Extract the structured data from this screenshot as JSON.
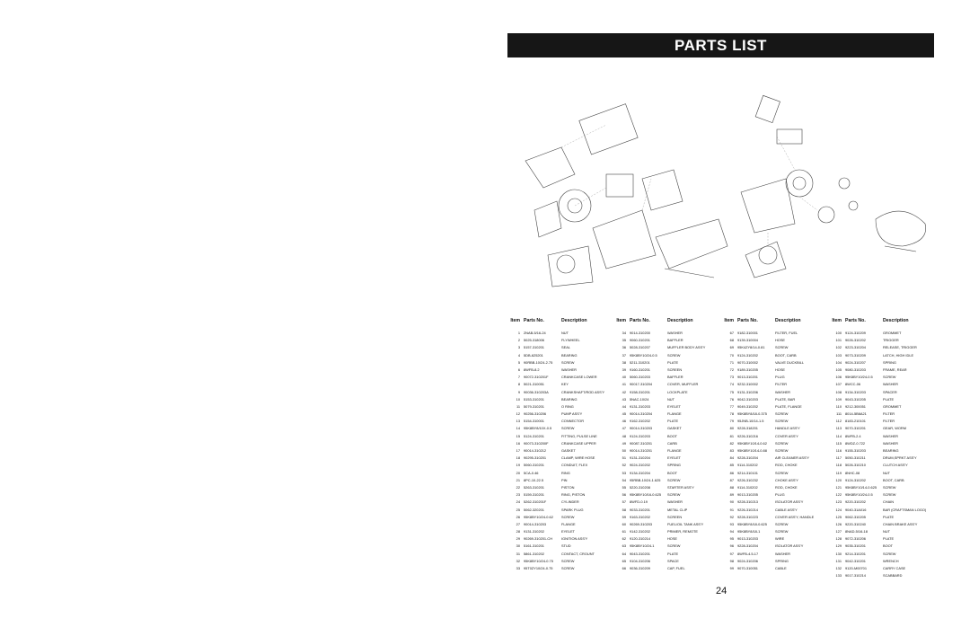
{
  "page": {
    "title": "PARTS LIST",
    "page_number": "24"
  },
  "table_headers": {
    "item": "Item",
    "part": "Parts No.",
    "desc": "Description"
  },
  "columns": [
    [
      [
        "1",
        "2NAB-5/16-24",
        "NUT"
      ],
      [
        "2",
        "5025-318006",
        "FLYWHEEL"
      ],
      [
        "3",
        "5157-310201",
        "SEAL"
      ],
      [
        "4",
        "5DB-625201",
        "BEARING"
      ],
      [
        "5",
        "90RBB-10/24-2.75",
        "SCREW"
      ],
      [
        "6",
        "8WFB-8.2",
        "WASHER"
      ],
      [
        "7",
        "90072-310201F",
        "CRANKCASE LOWER"
      ],
      [
        "8",
        "5021-310051",
        "KEY"
      ],
      [
        "9",
        "90036-310203A",
        "CRANKSHAFT/ROD ASS'Y"
      ],
      [
        "10",
        "5153-310201",
        "BEARING"
      ],
      [
        "11",
        "5079-310201",
        "O RING"
      ],
      [
        "12",
        "90256-310206",
        "PUMP ASS'Y"
      ],
      [
        "13",
        "5154-310001",
        "CONNECTOR"
      ],
      [
        "14",
        "95K8BY8/10X-0.5",
        "SCREW"
      ],
      [
        "15",
        "5124-310201",
        "FITTING, PULSE LINE"
      ],
      [
        "16",
        "90073-310200F",
        "CRANKCASE UPPER"
      ],
      [
        "17",
        "90014-310212",
        "GASKET"
      ],
      [
        "18",
        "90295-310201",
        "CLAMP, WIRE HOSE"
      ],
      [
        "19",
        "5060-310201",
        "CONDUIT, FLEX"
      ],
      [
        "20",
        "5CA-0.46",
        "RING"
      ],
      [
        "21",
        "8PC-10-22.5",
        "PIN"
      ],
      [
        "22",
        "5263-310201",
        "PISTON"
      ],
      [
        "23",
        "5159-310201",
        "RING, PISTON"
      ],
      [
        "24",
        "5262-310201F",
        "CYLINDER"
      ],
      [
        "25",
        "5062-320201",
        "SPARK PLUG"
      ],
      [
        "26",
        "95K8BY10/24-0.62",
        "SCREW"
      ],
      [
        "27",
        "90014-310203",
        "FLANGE"
      ],
      [
        "28",
        "9131-310202",
        "EYELET"
      ],
      [
        "29",
        "90269-310201-CH",
        "IGNITION ASS'Y"
      ],
      [
        "30",
        "5161-310201",
        "STUD"
      ],
      [
        "31",
        "5861-310202",
        "CONTACT, CROUNT"
      ],
      [
        "32",
        "95K8BY10/24-0.75",
        "SCREW"
      ],
      [
        "33",
        "95T0ZY10/24-0.75",
        "SCREW"
      ]
    ],
    [
      [
        "34",
        "9014-310200",
        "WASHER"
      ],
      [
        "35",
        "9060-310201",
        "BAFFLER"
      ],
      [
        "36",
        "5028-310207",
        "MUFFLER BODY ASS'Y"
      ],
      [
        "37",
        "95K8BY10/24-0.5",
        "SCREW"
      ],
      [
        "38",
        "5211-310201",
        "PLATE"
      ],
      [
        "39",
        "9160-310201",
        "SCREEN"
      ],
      [
        "40",
        "5060-310203",
        "BAFFLER"
      ],
      [
        "41",
        "90017-310204",
        "COVER, MUFFLER"
      ],
      [
        "42",
        "9158-310201",
        "LOCKPLATE"
      ],
      [
        "43",
        "5NAC-10/24",
        "NUT"
      ],
      [
        "44",
        "9131-310203",
        "EYELET"
      ],
      [
        "45",
        "90014-310204",
        "FLANGE"
      ],
      [
        "46",
        "9162-310202",
        "PLATE"
      ],
      [
        "47",
        "90014-310203",
        "GASKET"
      ],
      [
        "48",
        "9124-310203",
        "BOOT"
      ],
      [
        "49",
        "90087-310201",
        "CARB"
      ],
      [
        "50",
        "90014-310201",
        "FLANGE"
      ],
      [
        "51",
        "9131-310204",
        "EYELET"
      ],
      [
        "52",
        "9024-310202",
        "SPRING"
      ],
      [
        "53",
        "9134-310204",
        "BOOT"
      ],
      [
        "54",
        "95RBB-10/24-1.625",
        "SCREW"
      ],
      [
        "55",
        "5220-310208",
        "STARTER ASS'Y"
      ],
      [
        "56",
        "95K8BY10/16-0.625",
        "SCREW"
      ],
      [
        "57",
        "8WFD-0.19",
        "WASHER"
      ],
      [
        "58",
        "9033-310201",
        "METAL CLIP"
      ],
      [
        "59",
        "9163-310202",
        "SCREEN"
      ],
      [
        "60",
        "90269-310203",
        "FUEL/OIL TANK ASS'Y"
      ],
      [
        "61",
        "9142-310202",
        "PRIMER, REMOTE"
      ],
      [
        "62",
        "9120-310214",
        "HOSE"
      ],
      [
        "63",
        "95K8BY10/24-1",
        "SCREW"
      ],
      [
        "64",
        "9043-310201",
        "PLATE"
      ],
      [
        "65",
        "9104-310206",
        "SPACE"
      ],
      [
        "66",
        "9036-310209",
        "CAP, FUEL"
      ]
    ],
    [
      [
        "67",
        "9182-310001",
        "FILTER, FUEL"
      ],
      [
        "68",
        "9139-310004",
        "HOSE"
      ],
      [
        "69",
        "95K4ZY8/14-0.81",
        "SCREW"
      ],
      [
        "70",
        "9124-310202",
        "BOOT, CARB"
      ],
      [
        "71",
        "9070-310002",
        "VALVE DUCKBILL"
      ],
      [
        "72",
        "9189-310205",
        "HOSE"
      ],
      [
        "73",
        "9013-310201",
        "PLUG"
      ],
      [
        "74",
        "9232-310002",
        "FILTER"
      ],
      [
        "75",
        "9131-310206",
        "WASHER"
      ],
      [
        "76",
        "9042-310203",
        "PLATE, BAR"
      ],
      [
        "77",
        "9049-310202",
        "PLATE, FLANGE"
      ],
      [
        "78",
        "95K8BY8/18-0.375",
        "SCREW"
      ],
      [
        "79",
        "95JNB-10/14-1.5",
        "SCREW"
      ],
      [
        "80",
        "9228-318201",
        "HANDLE ASS'Y"
      ],
      [
        "81",
        "9226-310216",
        "COVER ASS'Y"
      ],
      [
        "82",
        "95K8BY10/14-0.62",
        "SCREW"
      ],
      [
        "83",
        "95K8BY10/14-0.88",
        "SCREW"
      ],
      [
        "84",
        "9228-310204",
        "AIR CLEANER ASS'Y"
      ],
      [
        "85",
        "9114-310202",
        "ROD, CHOKE"
      ],
      [
        "86",
        "9214-310101",
        "SCREW"
      ],
      [
        "87",
        "9226-310232",
        "CHOKE ASS'Y"
      ],
      [
        "88",
        "9114-310202",
        "ROD, CHOKE"
      ],
      [
        "89",
        "9013-310205",
        "PLUG"
      ],
      [
        "90",
        "9228-310213",
        "ISOLATOR ASS'Y"
      ],
      [
        "91",
        "9226-310214",
        "CABLE ASS'Y"
      ],
      [
        "92",
        "9228-310223",
        "COVER ASS'Y, HANDLE"
      ],
      [
        "93",
        "95K8BY8/18-0.625",
        "SCREW"
      ],
      [
        "94",
        "95K8BY8/18-1",
        "SCREW"
      ],
      [
        "95",
        "9013-310203",
        "WIRE"
      ],
      [
        "96",
        "9228-310204",
        "ISOLATOR ASS'Y"
      ],
      [
        "97",
        "8WFB-4.5-17",
        "WASHER"
      ],
      [
        "98",
        "9024-310206",
        "SPRING"
      ],
      [
        "99",
        "9070-310051",
        "CABLE"
      ]
    ],
    [
      [
        "100",
        "9124-310209",
        "GROMMET"
      ],
      [
        "101",
        "9026-310202",
        "TRIGGER"
      ],
      [
        "102",
        "9223-310204",
        "RELEASE, TRIGGER"
      ],
      [
        "103",
        "9073-310209",
        "LATCH, HIGH IDLE"
      ],
      [
        "104",
        "9024-310207",
        "SPRING"
      ],
      [
        "105",
        "9080-310203",
        "FRAME, REAR"
      ],
      [
        "106",
        "95K8BY10/24-0.5",
        "SCREW"
      ],
      [
        "107",
        "8WCC-06",
        "WASHER"
      ],
      [
        "108",
        "9134-310203",
        "SPACER"
      ],
      [
        "109",
        "9043-310205",
        "PLATE"
      ],
      [
        "110",
        "9212-300051",
        "GROMMET"
      ],
      [
        "111",
        "8014-5B6A21",
        "FILTER"
      ],
      [
        "112",
        "8183-210101",
        "FILTER"
      ],
      [
        "113",
        "9070-310201",
        "GEAR, WORM"
      ],
      [
        "114",
        "8WFB-2.4",
        "WASHER"
      ],
      [
        "115",
        "8WDZ-0.722",
        "WASHER"
      ],
      [
        "116",
        "9155-310203",
        "BEARING"
      ],
      [
        "117",
        "5050-310211",
        "DRUM,SPRKT ASS'Y"
      ],
      [
        "118",
        "5026-310210",
        "CLUTCH ASS'Y"
      ],
      [
        "119",
        "8NHC-08",
        "NUT"
      ],
      [
        "120",
        "9124-310202",
        "BOOT, CARB"
      ],
      [
        "121",
        "95K8BY10/14-0.625",
        "SCREW"
      ],
      [
        "122",
        "95K8BY10/24-0.5",
        "SCREW"
      ],
      [
        "123",
        "9220-310202",
        "CHAIN"
      ],
      [
        "124",
        "9040-31A016",
        "BAR (CRAFTSMAN LOGO)"
      ],
      [
        "125",
        "9062-310205",
        "PLATE"
      ],
      [
        "126",
        "9220-310240",
        "CHAIN BRAKE ASS'Y"
      ],
      [
        "127",
        "8NAD-5/16-18",
        "NUT"
      ],
      [
        "128",
        "9072-310206",
        "PLATE"
      ],
      [
        "129",
        "9035-310201",
        "BOOT"
      ],
      [
        "130",
        "9214-310201",
        "SCREW"
      ],
      [
        "131",
        "9042-310201",
        "WRENCH"
      ],
      [
        "132",
        "9120-M00701",
        "CARRY CASE"
      ],
      [
        "133",
        "9017-310214",
        "SCABBARD"
      ]
    ]
  ]
}
